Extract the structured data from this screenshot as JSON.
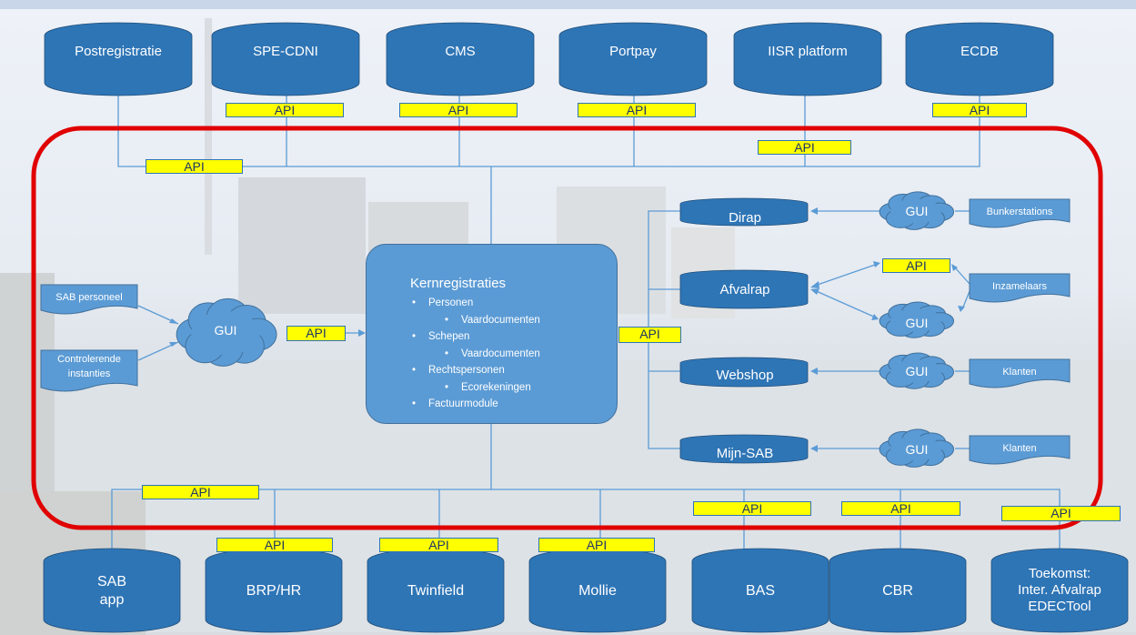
{
  "colors": {
    "cylinder": "#2e75b6",
    "box": "#5b9bd5",
    "api_fill": "#ffff00",
    "frame": "#e00000",
    "connector": "#5b9bd5"
  },
  "top_systems": [
    "Postregistratie",
    "SPE-CDNI",
    "CMS",
    "Portpay",
    "IISR platform",
    "ECDB"
  ],
  "bottom_systems": [
    {
      "lines": [
        "SAB",
        "app"
      ]
    },
    {
      "lines": [
        "BRP/HR"
      ]
    },
    {
      "lines": [
        "Twinfield"
      ]
    },
    {
      "lines": [
        "Mollie"
      ]
    },
    {
      "lines": [
        "BAS"
      ]
    },
    {
      "lines": [
        "CBR"
      ]
    },
    {
      "lines": [
        "Toekomst:",
        "Inter. Afvalrap",
        "EDECTool"
      ]
    }
  ],
  "api_label": "API",
  "left_actors": {
    "sab_personeel": "SAB personeel",
    "controlerende": [
      "Controlerende",
      "instanties"
    ]
  },
  "gui_label": "GUI",
  "core": {
    "title": "Kernregistraties",
    "items": [
      {
        "text": "Personen",
        "level": 1
      },
      {
        "text": "Vaardocumenten",
        "level": 2
      },
      {
        "text": "Schepen",
        "level": 1
      },
      {
        "text": "Vaardocumenten",
        "level": 2
      },
      {
        "text": "Rechtspersonen",
        "level": 1
      },
      {
        "text": "Ecorekeningen",
        "level": 2
      },
      {
        "text": "Factuurmodule",
        "level": 1
      }
    ]
  },
  "apps": [
    "Dirap",
    "Afvalrap",
    "Webshop",
    "Mijn-SAB"
  ],
  "external_actors": [
    "Bunkerstations",
    "Inzamelaars",
    "Klanten",
    "Klanten"
  ]
}
